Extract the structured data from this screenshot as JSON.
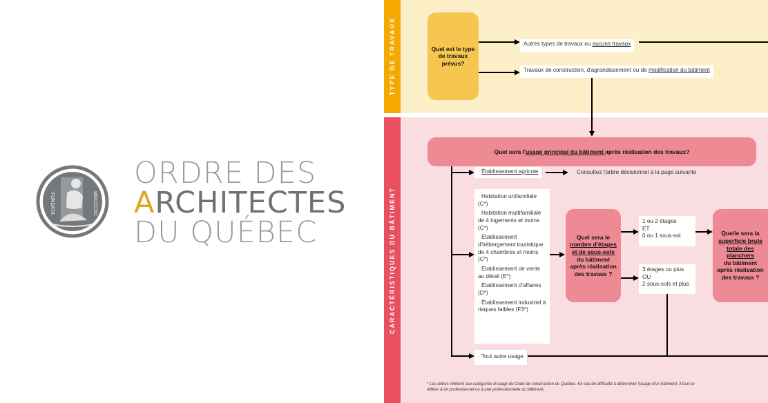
{
  "logo": {
    "seal_left": "FUNDATA",
    "seal_right": "MDCCCXC",
    "line1": "ORDRE DES",
    "line2_accent": "A",
    "line2_rest": "RCHITECTES",
    "line3": "DU QUÉBEC"
  },
  "colors": {
    "yellow_band": "#fdefc8",
    "yellow_strip": "#f5a800",
    "yellow_box": "#f7c651",
    "pink_band": "#f9dde0",
    "pink_strip": "#e8505f",
    "pink_box": "#ee8a94"
  },
  "section1": {
    "label": "TYPE DE TRAVAUX",
    "question": "Quel est le type de travaux prévus?",
    "opt1_pre": "Autres types de travaux ou ",
    "opt1_link": "aucuns travaux",
    "opt2_pre": "Travaux de construction, d'agrandissement ou de ",
    "opt2_link": "modification du bâtiment"
  },
  "section2": {
    "label": "CARACTÉRISTIQUES DU BÂTIMENT",
    "question_pre": "Quel sera l'",
    "question_link": "usage principal du bâtiment ",
    "question_post": "après réalisation des travaux?",
    "agricole": "Établissement agricole",
    "agricole_result": "Consultez l'arbre décisionnel à la page suivante",
    "usages": [
      "Habitation unifamiliale (C*)",
      "Habitation multifamiliale de 4 logements et moins (C*)",
      "Établissement d'hébergement touristique de 4 chambres et moins (C*)",
      "Établissement de vente au détail (E*)",
      "Établissement d'affaires (D*)",
      "Établissement industriel à risques faibles (F3*)"
    ],
    "autre": "Tout autre usage",
    "q2_pre": "Quel sera le",
    "q2_link": "nombre d'étages et de sous-sols",
    "q2_post": "du bâtiment après réalisation des travaux ?",
    "opt_a": [
      "1 ou 2 étages",
      "ET",
      "0 ou 1 sous-sol"
    ],
    "opt_b": [
      "3 étages ou plus",
      "OU",
      "2 sous-sols et plus"
    ],
    "q3_pre": "Quelle sera la",
    "q3_link": "superficie brute totale des planchers",
    "q3_post": "du bâtiment après réalisation des travaux ?",
    "footnote": "Les lettres réfèrent aux catégories d'usage du Code de construction du Québec. En cas de difficulté à déterminer l'usage d'un bâtiment, il faut se référer à un professionnel ou à une professionnelle du bâtiment."
  }
}
